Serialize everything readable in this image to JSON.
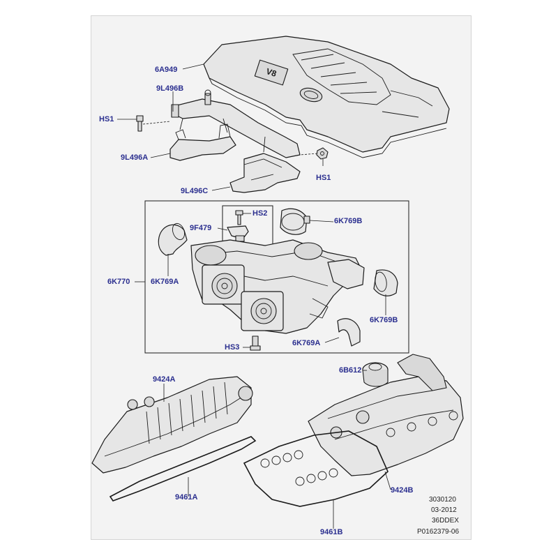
{
  "callouts": {
    "c6A949": "6A949",
    "c9L496B": "9L496B",
    "cHS1_left": "HS1",
    "c9L496A": "9L496A",
    "cHS1_right": "HS1",
    "c9L496C": "9L496C",
    "cHS2": "HS2",
    "c9F479": "9F479",
    "c6K769B_top": "6K769B",
    "c6K770": "6K770",
    "c6K769A_left": "6K769A",
    "c6K769B_right": "6K769B",
    "cHS3": "HS3",
    "c6K769A_bottom": "6K769A",
    "c6B612": "6B612",
    "c9424A": "9424A",
    "c9461A": "9461A",
    "c9424B": "9424B",
    "c9461B": "9461B"
  },
  "cover_badge": "V8",
  "reference": {
    "line1": "3030120",
    "line2": "03-2012",
    "line3": "36DDEX",
    "line4": "P0162379-06"
  },
  "colors": {
    "callout_text": "#2b2f8f",
    "panel_background": "#f3f3f3",
    "line_art": "#1a1a1a"
  }
}
